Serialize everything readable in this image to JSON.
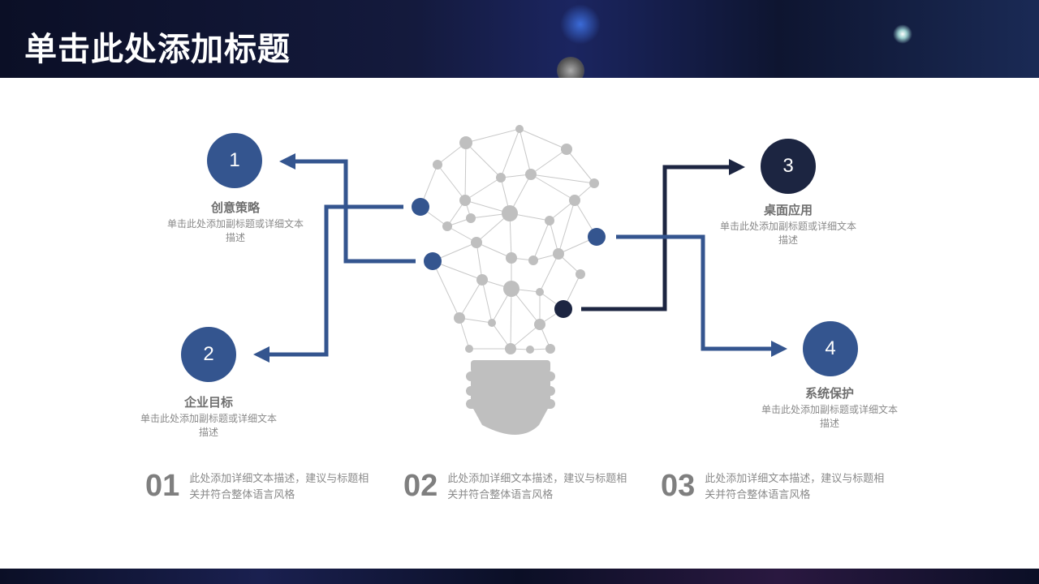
{
  "title": "单击此处添加标题",
  "colors": {
    "blue": "#34558f",
    "dark": "#1c2541",
    "gray": "#bfbfbf"
  },
  "items": [
    {
      "num": "1",
      "heading": "创意策略",
      "desc": "单击此处添加副标题或详细文本描述"
    },
    {
      "num": "2",
      "heading": "企业目标",
      "desc": "单击此处添加副标题或详细文本描述"
    },
    {
      "num": "3",
      "heading": "桌面应用",
      "desc": "单击此处添加副标题或详细文本描述"
    },
    {
      "num": "4",
      "heading": "系统保护",
      "desc": "单击此处添加副标题或详细文本描述"
    }
  ],
  "bottom": [
    {
      "num": "01",
      "text": "此处添加详细文本描述，建议与标题相关并符合整体语言风格"
    },
    {
      "num": "02",
      "text": "此处添加详细文本描述，建议与标题相关并符合整体语言风格"
    },
    {
      "num": "03",
      "text": "此处添加详细文本描述，建议与标题相关并符合整体语言风格"
    }
  ]
}
